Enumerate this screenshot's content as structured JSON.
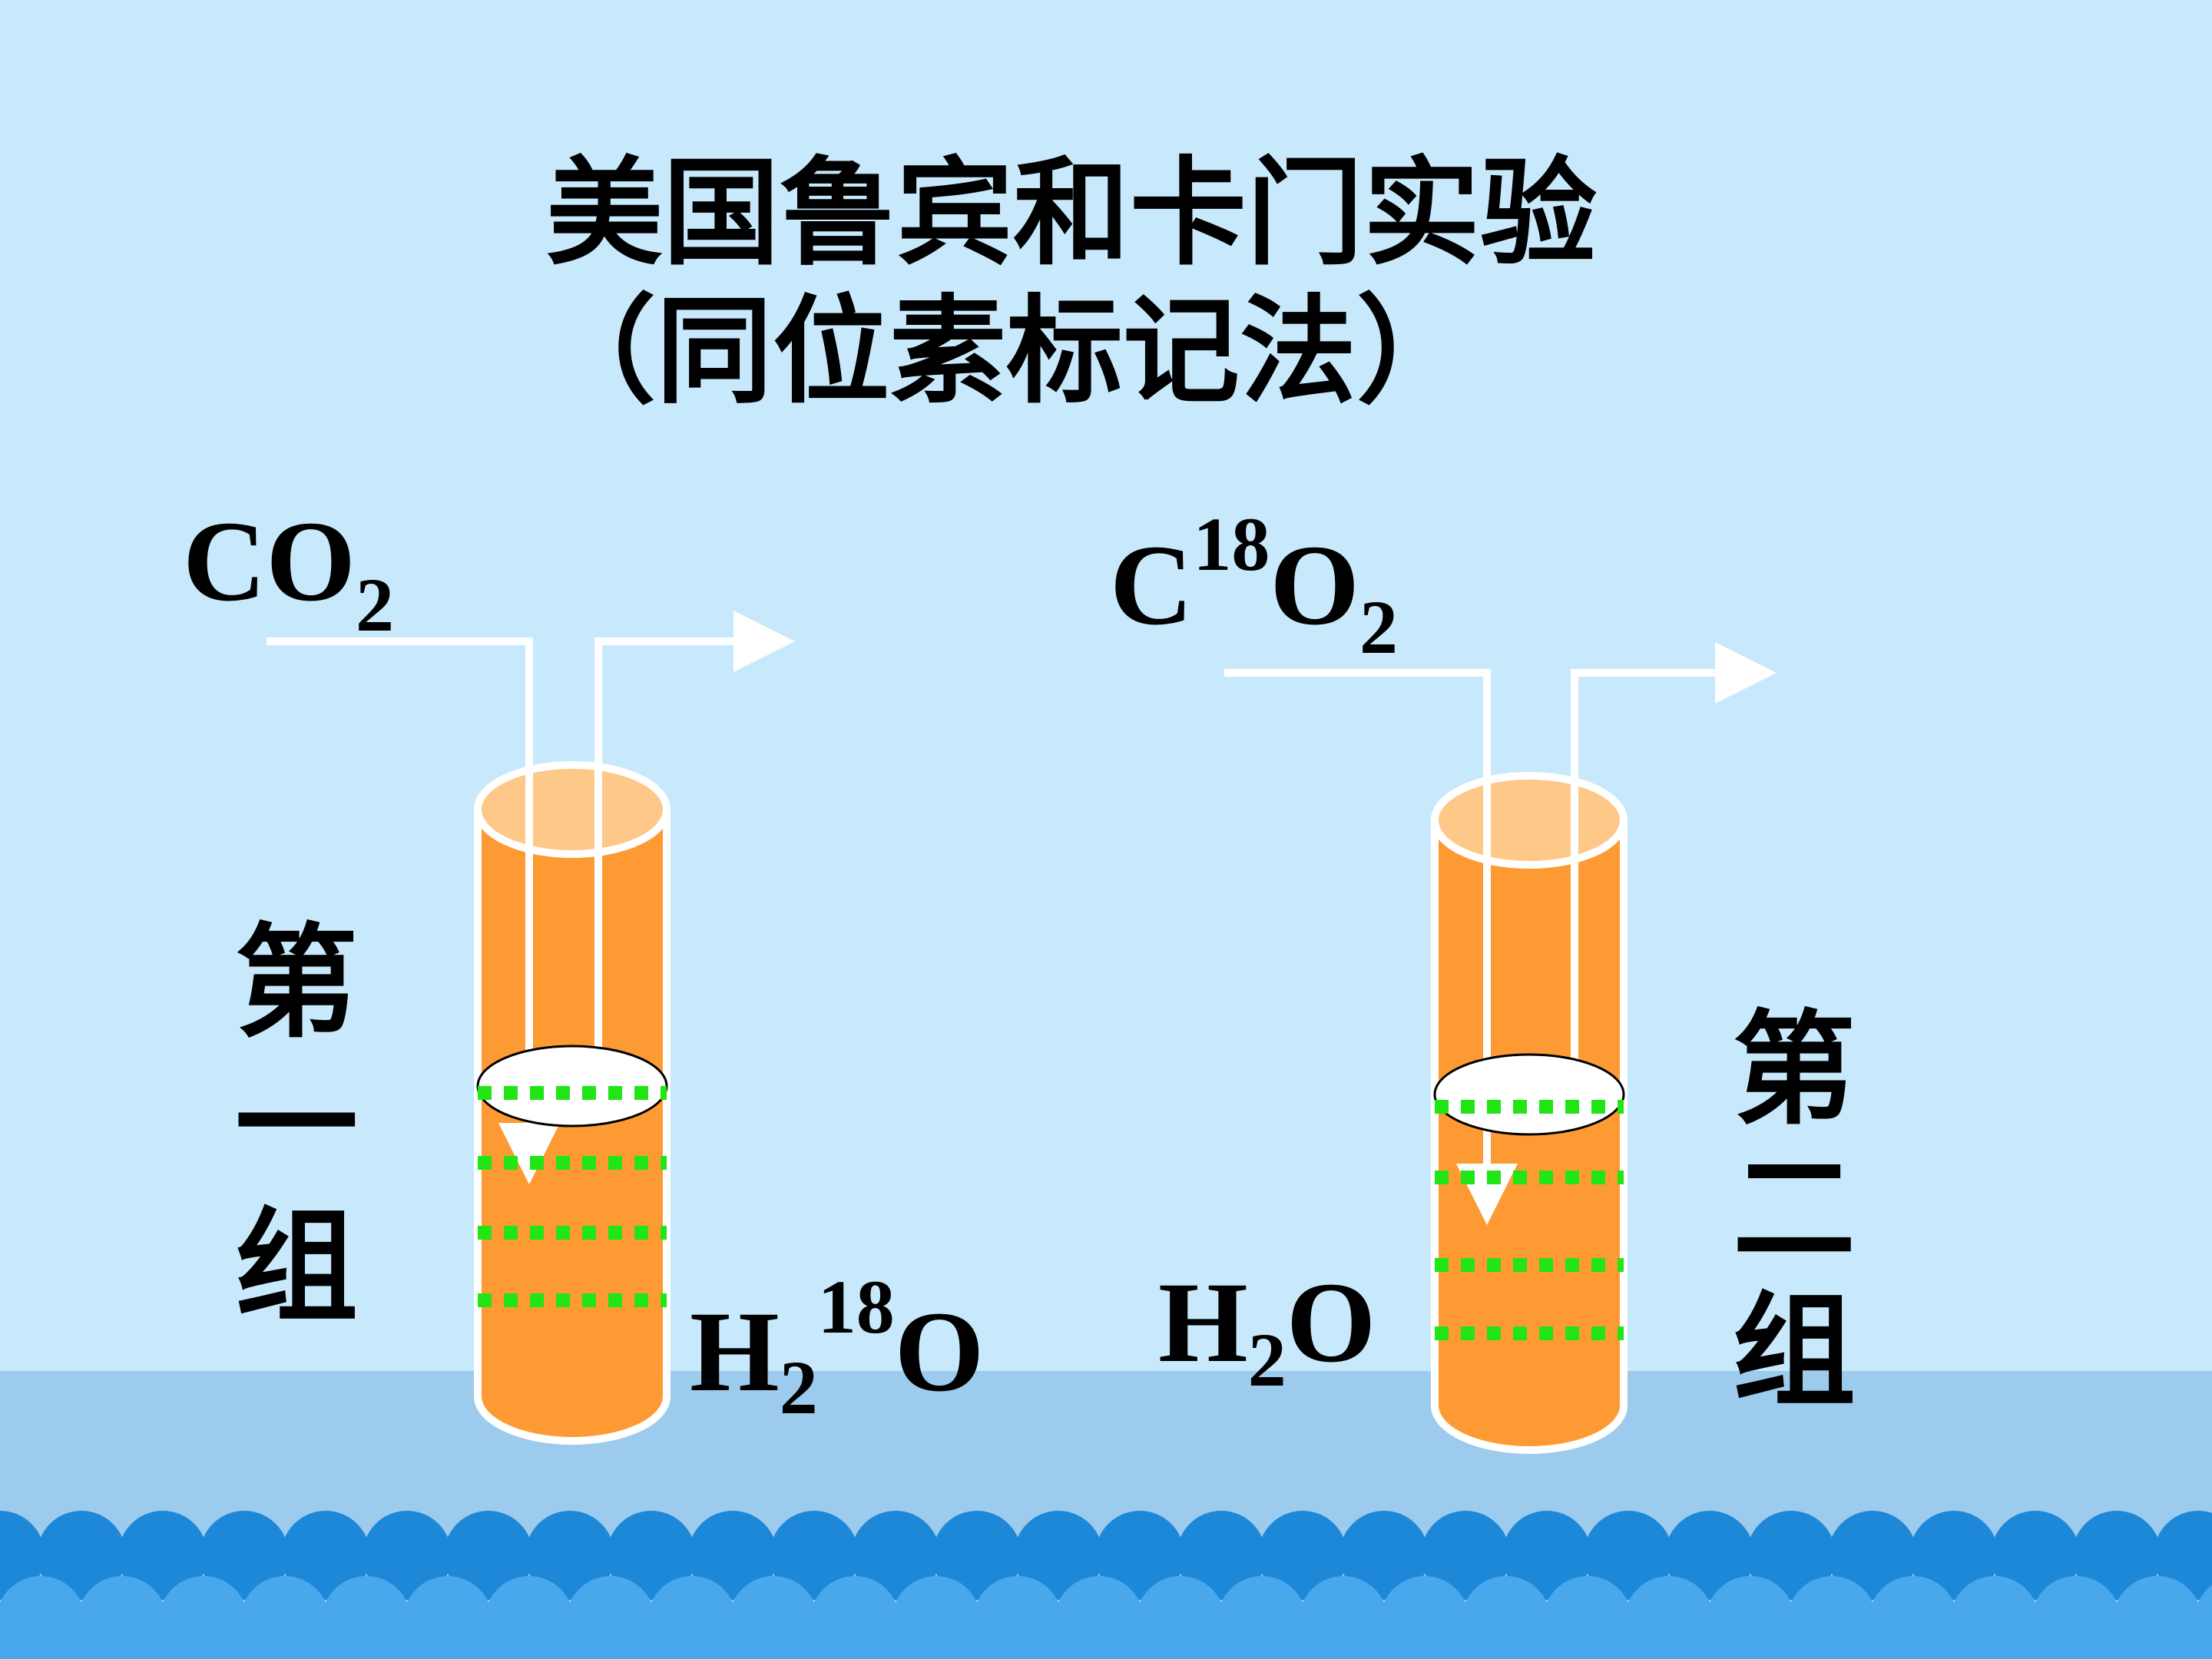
{
  "slide": {
    "title": "美国鲁宾和卡门实验",
    "subtitle": "（同位素标记法）"
  },
  "colors": {
    "background": "#c7e9fb",
    "lower_band": "#9dcbee",
    "wave_dark": "#1e88d8",
    "wave_light": "#49a7ec",
    "tube_fill": "#fd9a34",
    "tube_top": "#fec889",
    "tube_outline": "#ffffff",
    "bubble_line": "#21e514"
  },
  "group1": {
    "label_chars": [
      "第",
      "一",
      "组"
    ],
    "input_gas": {
      "base": "CO",
      "sub": "2"
    },
    "output": {
      "h": "H",
      "sub": "2",
      "sup": "18",
      "o": "O"
    }
  },
  "group2": {
    "label_chars": [
      "第",
      "二",
      "组"
    ],
    "input_gas": {
      "c": "C",
      "sup": "18",
      "o": "O",
      "sub": "2"
    },
    "output": {
      "h": "H",
      "sub": "2",
      "o": "O"
    }
  }
}
